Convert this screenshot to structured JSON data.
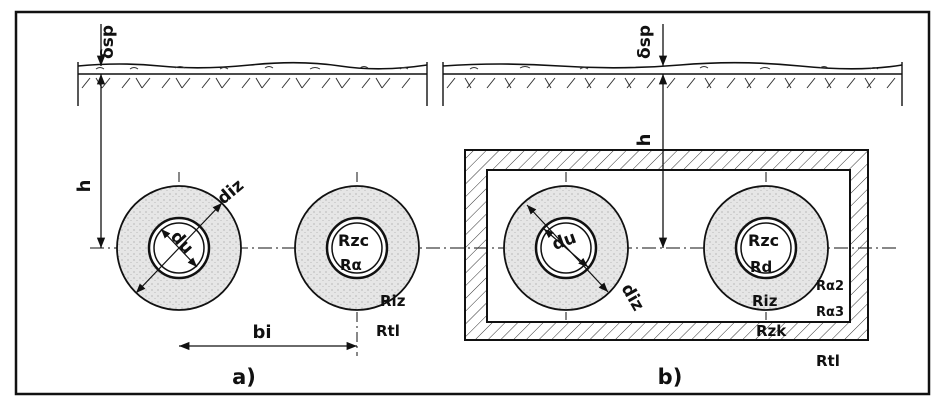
{
  "diagram": {
    "stroke_color": "#111111",
    "paper_color": "#ffffff",
    "insulation_color": "#e6e6e6",
    "labels": {
      "delta_sp": "δsp",
      "h": "h",
      "d_iz": "diz",
      "d_u": "du",
      "b_i": "bi",
      "R_zc": "Rzc",
      "R_al": "Rα",
      "R_iz": "Riz",
      "R_tl": "Rtl",
      "R_zk": "Rzk",
      "R_al2": "Rα2",
      "R_al3": "Rα3",
      "R_d": "Rd"
    },
    "panels": {
      "a": "a)",
      "b": "b)"
    }
  }
}
